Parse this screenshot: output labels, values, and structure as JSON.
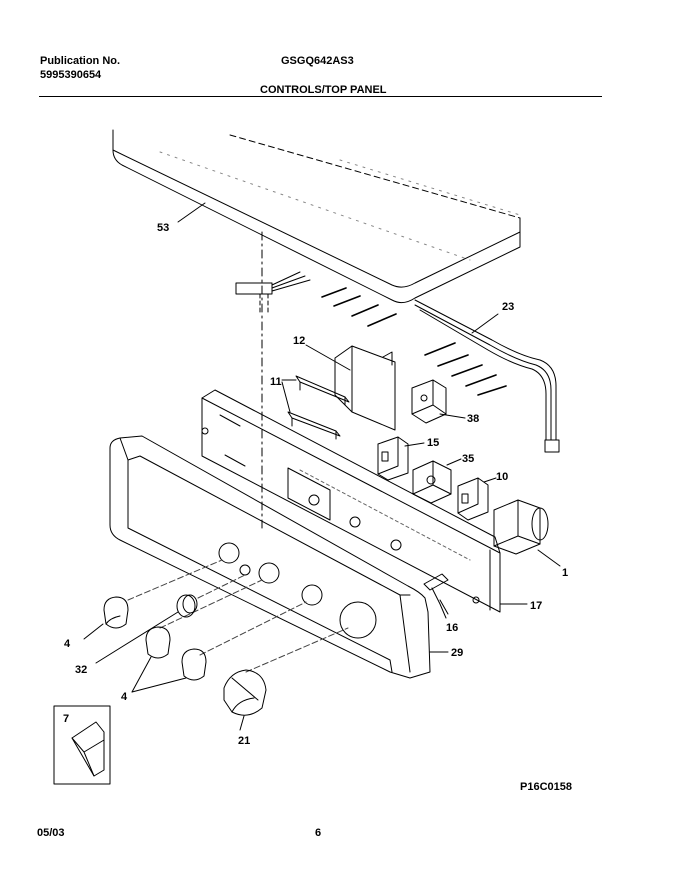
{
  "header": {
    "publication_label": "Publication No.",
    "publication_number": "5995390654",
    "model": "GSGQ642AS3",
    "section_title": "CONTROLS/TOP PANEL"
  },
  "callouts": {
    "c53": "53",
    "c23": "23",
    "c12": "12",
    "c11": "11",
    "c38": "38",
    "c15": "15",
    "c35": "35",
    "c10": "10",
    "c1": "1",
    "c17": "17",
    "c16": "16",
    "c29": "29",
    "c4a": "4",
    "c32": "32",
    "c4b": "4",
    "c21": "21",
    "c7": "7"
  },
  "footer": {
    "diagram_code": "P16C0158",
    "date": "05/03",
    "page": "6"
  }
}
